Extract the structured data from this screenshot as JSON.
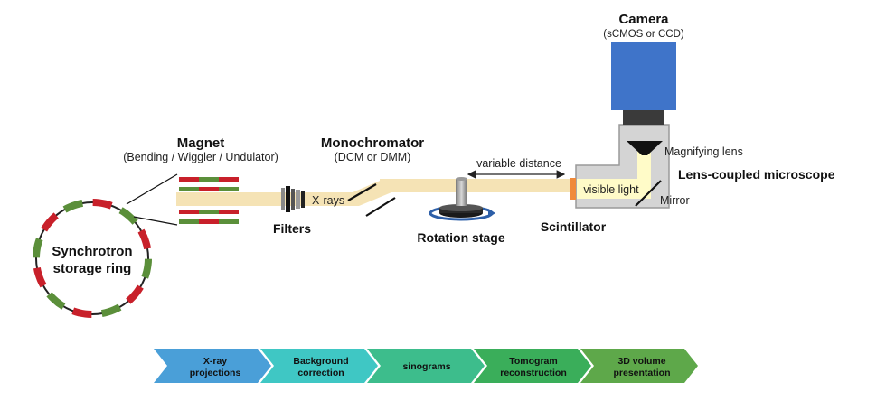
{
  "components": {
    "magnet": {
      "title": "Magnet",
      "subtitle": "(Bending / Wiggler / Undulator)"
    },
    "monochromator": {
      "title": "Monochromator",
      "subtitle": "(DCM or DMM)"
    },
    "camera": {
      "title": "Camera",
      "subtitle": "(sCMOS or CCD)"
    },
    "ring": {
      "line1": "Synchrotron",
      "line2": "storage ring"
    },
    "filters": "Filters",
    "xrays": "X-rays",
    "rotation_stage": "Rotation stage",
    "variable_distance": "variable distance",
    "scintillator": "Scintillator",
    "visible_light": "visible light",
    "magnifying_lens": "Magnifying lens",
    "microscope": "Lens-coupled microscope",
    "mirror": "Mirror"
  },
  "pipeline": [
    {
      "line1": "X-ray",
      "line2": "projections",
      "color": "#4a9fd8"
    },
    {
      "line1": "Background",
      "line2": "correction",
      "color": "#3fc7c4"
    },
    {
      "line1": "sinograms",
      "line2": "",
      "color": "#3dbd8c"
    },
    {
      "line1": "Tomogram",
      "line2": "reconstruction",
      "color": "#3aae5a"
    },
    {
      "line1": "3D volume",
      "line2": "presentation",
      "color": "#5ea84a"
    }
  ],
  "colors": {
    "beam": "#f5e3b5",
    "ring_red": "#c8202a",
    "ring_green": "#5b8f3a",
    "camera_blue": "#3f74c9",
    "microscope_gray": "#d4d4d4",
    "scintillator_orange": "#f08a3a",
    "stage_blue": "#2d5fa8"
  }
}
